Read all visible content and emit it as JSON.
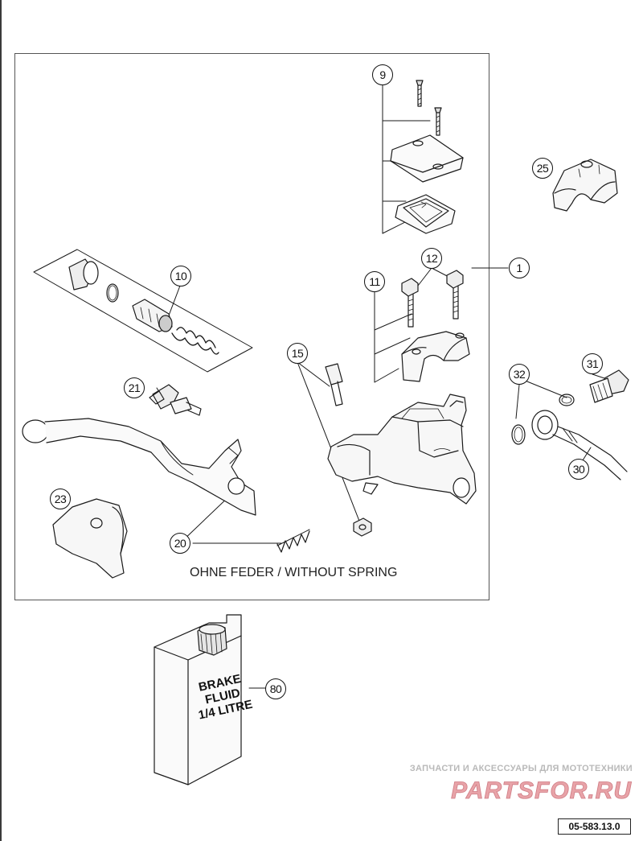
{
  "diagram": {
    "note": "OHNE FEDER / WITHOUT SPRING",
    "drawing_code": "05-583.13.0",
    "brake_fluid_label": [
      "BRAKE",
      "FLUID",
      "1/4 LITRE"
    ],
    "callouts": {
      "c1": "1",
      "c9": "9",
      "c10": "10",
      "c11": "11",
      "c12": "12",
      "c15": "15",
      "c20": "20",
      "c21": "21",
      "c23": "23",
      "c25": "25",
      "c30": "30",
      "c31": "31",
      "c32": "32",
      "c80": "80"
    }
  },
  "watermark": {
    "caption": "ЗАПЧАСТИ И АКСЕССУАРЫ ДЛЯ МОТОТЕХНИКИ",
    "logo_text": "PARTSFOR.RU",
    "colors": {
      "logo": "#e8a3a8",
      "caption": "#b9b9b9"
    }
  }
}
